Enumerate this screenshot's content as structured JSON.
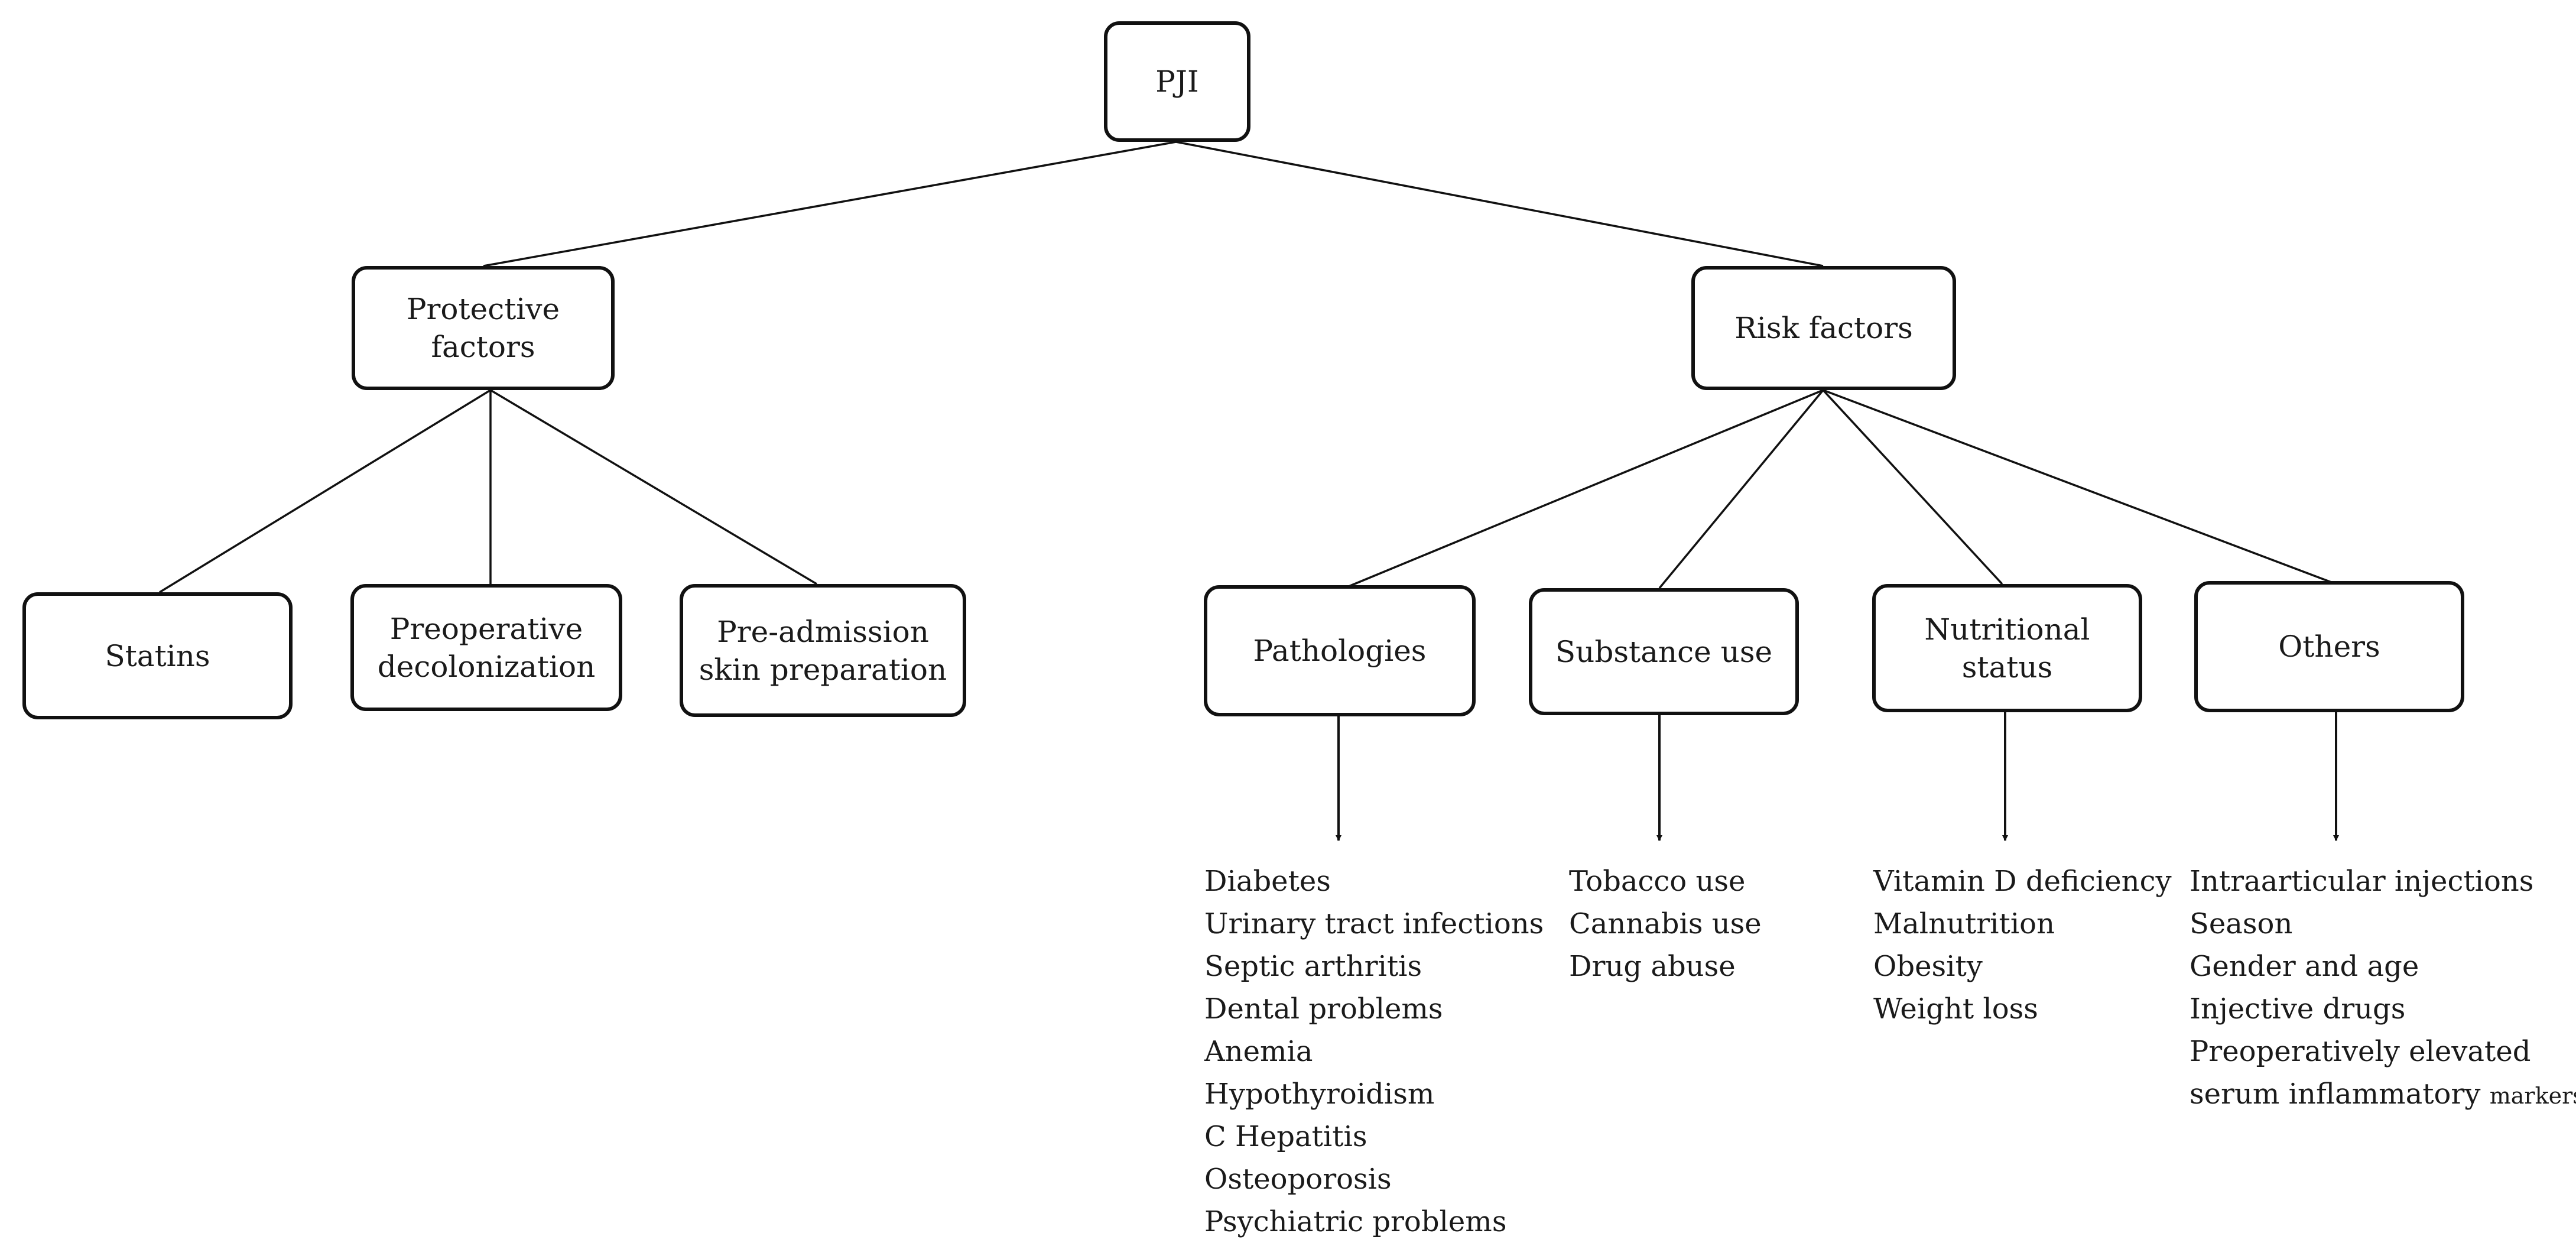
{
  "root": {
    "label": "PJI"
  },
  "protective": {
    "label": [
      "Protective",
      "factors"
    ],
    "children": [
      {
        "label": [
          "Statins"
        ]
      },
      {
        "label": [
          "Preoperative",
          "decolonization"
        ]
      },
      {
        "label": [
          "Pre-admission",
          "skin preparation"
        ]
      }
    ]
  },
  "risk": {
    "label": [
      "Risk factors"
    ],
    "children": [
      {
        "label": [
          "Pathologies"
        ],
        "items": [
          "Diabetes",
          "Urinary tract infections",
          "Septic arthritis",
          "Dental problems",
          "Anemia",
          "Hypothyroidism",
          "C Hepatitis",
          "Osteoporosis",
          "Psychiatric problems"
        ]
      },
      {
        "label": [
          "Substance use"
        ],
        "items": [
          "Tobacco use",
          "Cannabis use",
          "Drug abuse"
        ]
      },
      {
        "label": [
          "Nutritional",
          "status"
        ],
        "items": [
          "Vitamin D deficiency",
          "Malnutrition",
          "Obesity",
          "Weight loss"
        ]
      },
      {
        "label": [
          "Others"
        ],
        "items": [
          "Intraarticular injections",
          "Season",
          "Gender and age",
          "Injective drugs",
          "Preoperatively elevated",
          "serum inflammatory"
        ],
        "items_tail": "markers"
      }
    ]
  }
}
